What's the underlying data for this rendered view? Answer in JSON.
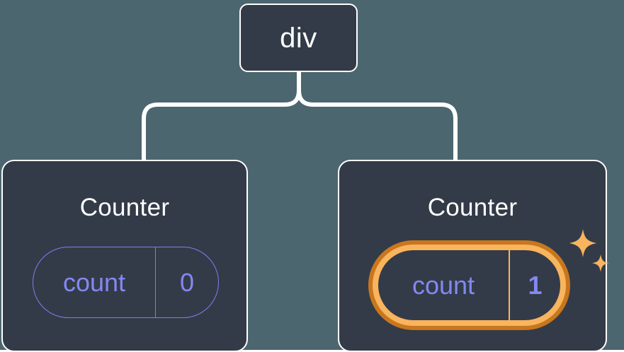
{
  "diagram": {
    "type": "component-tree",
    "background_color": "#4c6670",
    "node_fill_color": "#333b48",
    "node_border_color": "#ffffff",
    "edge_color": "#ffffff",
    "state_color": "#8488f2",
    "highlight_outer_color": "#c8771e",
    "highlight_inner_color": "#f9b45e",
    "sparkle_color": "#f9b45e"
  },
  "root": {
    "label": "div"
  },
  "children": [
    {
      "title": "Counter",
      "state": {
        "key": "count",
        "value": "0"
      },
      "highlighted": false
    },
    {
      "title": "Counter",
      "state": {
        "key": "count",
        "value": "1"
      },
      "highlighted": true
    }
  ]
}
